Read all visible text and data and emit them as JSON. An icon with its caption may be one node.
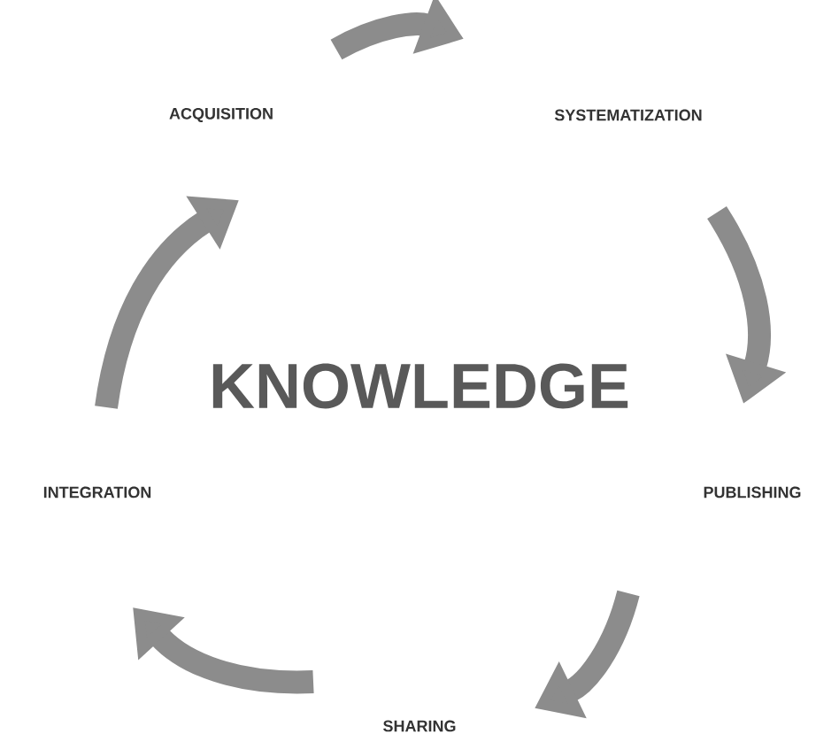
{
  "diagram": {
    "nodes": [
      {
        "text": [
          "ACQUISITION"
        ]
      },
      {
        "text": [
          "SYSTEMATIZATION"
        ]
      },
      {
        "text": [
          "PUBLISHING"
        ]
      },
      {
        "text": [
          "SHARING"
        ]
      },
      {
        "text": [
          "INTEGRATION"
        ]
      }
    ],
    "edges": [
      {
        "from": 0,
        "to": 1,
        "arrow": "to"
      },
      {
        "from": 1,
        "to": 2,
        "arrow": "to"
      },
      {
        "from": 2,
        "to": 3,
        "arrow": "to"
      },
      {
        "from": 3,
        "to": 4,
        "arrow": "to"
      },
      {
        "from": 4,
        "to": 0,
        "arrow": "to"
      }
    ],
    "labels": [
      "KNOWLEDGE"
    ]
  }
}
